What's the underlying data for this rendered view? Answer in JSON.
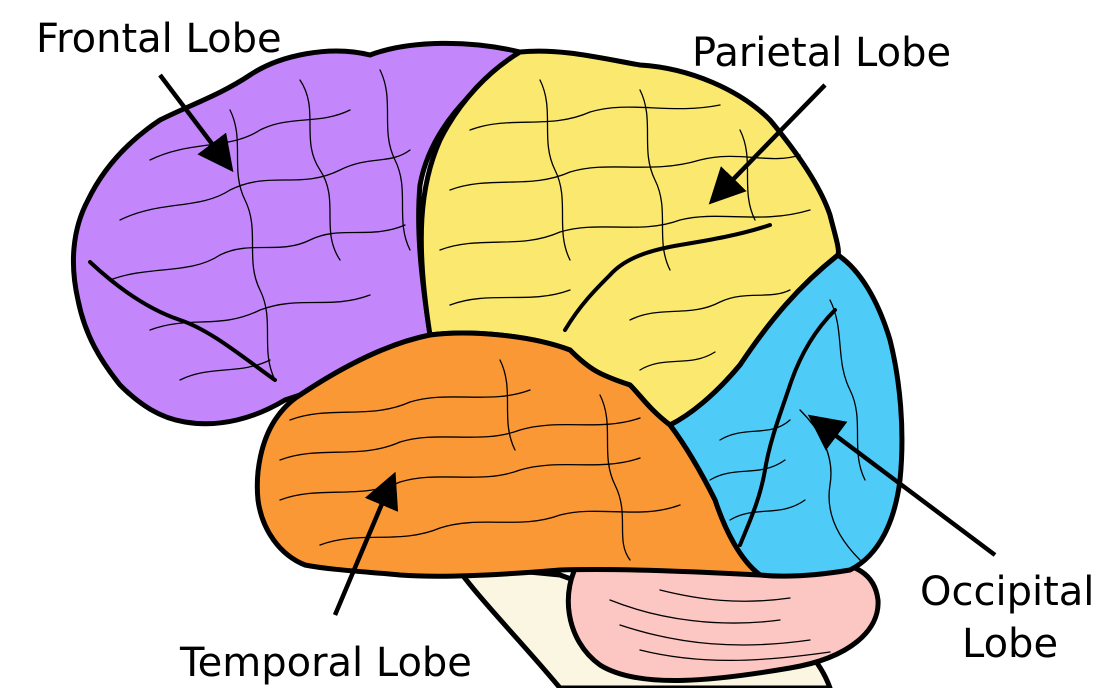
{
  "labels": {
    "frontal": "Frontal Lobe",
    "parietal": "Parietal Lobe",
    "occipital_line1": "Occipital",
    "occipital_line2": "Lobe",
    "temporal": "Temporal Lobe"
  },
  "colors": {
    "frontal": "#c387fb",
    "parietal": "#fae86f",
    "occipital": "#4fcbf8",
    "temporal": "#fa9836",
    "cerebellum": "#fcc6c2",
    "brainstem": "#fbf6e1",
    "outline": "#000000",
    "background": "#ffffff"
  }
}
